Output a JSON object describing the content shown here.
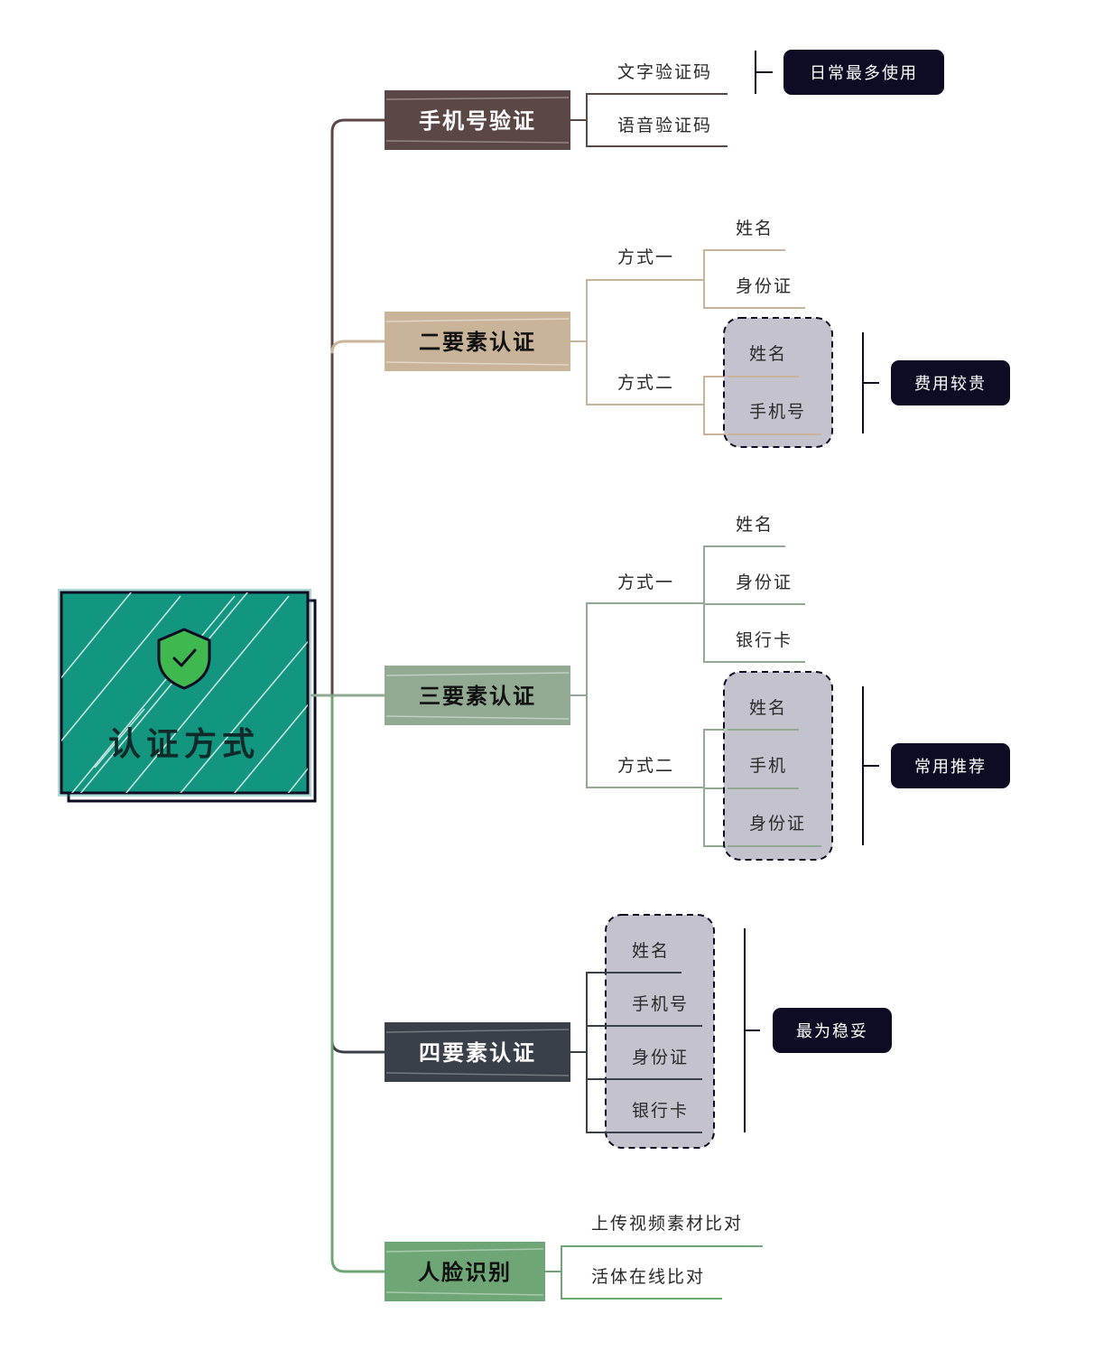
{
  "root": {
    "title": "认证方式"
  },
  "colors": {
    "root_fill": "#13967f",
    "branch_phone": "#5a4746",
    "branch_two": "#c9b49a",
    "branch_three": "#91aa91",
    "branch_four": "#3a404a",
    "branch_face": "#6ea676",
    "group_fill": "#c4c3cd",
    "note_fill": "#0e0c25"
  },
  "branches": {
    "phone": {
      "label": "手机号验证",
      "leaves": [
        "文字验证码",
        "语音验证码"
      ],
      "note": "日常最多使用"
    },
    "two": {
      "label": "二要素认证",
      "method1": {
        "label": "方式一",
        "leaves": [
          "姓名",
          "身份证"
        ]
      },
      "method2": {
        "label": "方式二",
        "leaves": [
          "姓名",
          "手机号"
        ]
      },
      "note": "费用较贵"
    },
    "three": {
      "label": "三要素认证",
      "method1": {
        "label": "方式一",
        "leaves": [
          "姓名",
          "身份证",
          "银行卡"
        ]
      },
      "method2": {
        "label": "方式二",
        "leaves": [
          "姓名",
          "手机",
          "身份证"
        ]
      },
      "note": "常用推荐"
    },
    "four": {
      "label": "四要素认证",
      "leaves": [
        "姓名",
        "手机号",
        "身份证",
        "银行卡"
      ],
      "note": "最为稳妥"
    },
    "face": {
      "label": "人脸识别",
      "leaves": [
        "上传视频素材比对",
        "活体在线比对"
      ]
    }
  }
}
